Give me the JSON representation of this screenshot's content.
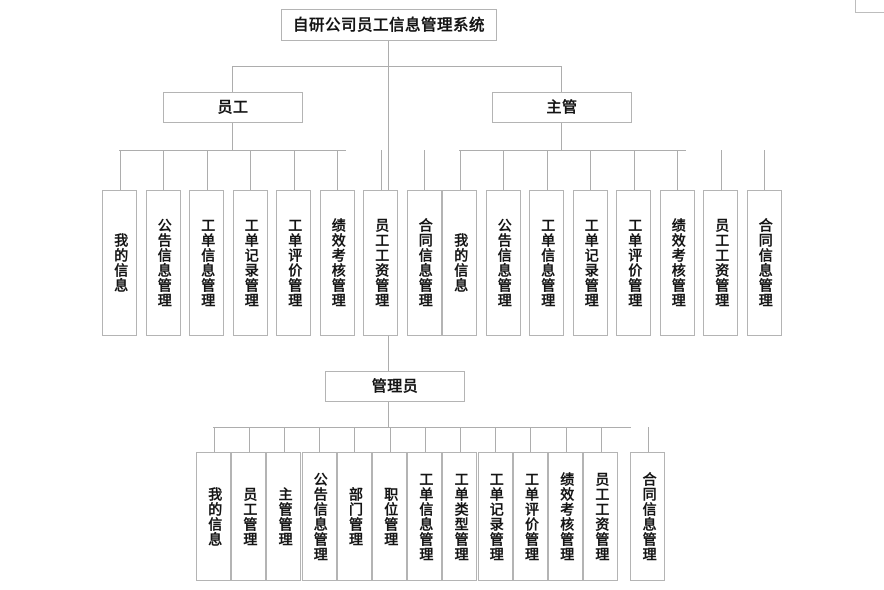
{
  "diagram": {
    "type": "organization-tree",
    "title": "自研公司员工信息管理系统",
    "root": {
      "label": "自研公司员工信息管理系统"
    },
    "roles": [
      {
        "label": "员工"
      },
      {
        "label": "主管"
      },
      {
        "label": "管理员"
      }
    ],
    "employee_modules": [
      {
        "label": "我的信息"
      },
      {
        "label": "公告信息管理"
      },
      {
        "label": "工单信息管理"
      },
      {
        "label": "工单记录管理"
      },
      {
        "label": "工单评价管理"
      },
      {
        "label": "绩效考核管理"
      },
      {
        "label": "员工工资管理"
      },
      {
        "label": "合同信息管理"
      }
    ],
    "supervisor_modules": [
      {
        "label": "我的信息"
      },
      {
        "label": "公告信息管理"
      },
      {
        "label": "工单信息管理"
      },
      {
        "label": "工单记录管理"
      },
      {
        "label": "工单评价管理"
      },
      {
        "label": "绩效考核管理"
      },
      {
        "label": "员工工资管理"
      },
      {
        "label": "合同信息管理"
      }
    ],
    "admin_modules": [
      {
        "label": "我的信息"
      },
      {
        "label": "员工管理"
      },
      {
        "label": "主管管理"
      },
      {
        "label": "公告信息管理"
      },
      {
        "label": "部门管理"
      },
      {
        "label": "职位管理"
      },
      {
        "label": "工单信息管理"
      },
      {
        "label": "工单类型管理"
      },
      {
        "label": "工单记录管理"
      },
      {
        "label": "工单评价管理"
      },
      {
        "label": "绩效考核管理"
      },
      {
        "label": "员工工资管理"
      },
      {
        "label": "合同信息管理"
      }
    ],
    "colors": {
      "box_border": "#b4b4b4",
      "connector": "#adadad",
      "text": "#141414",
      "background": "#ffffff"
    }
  }
}
